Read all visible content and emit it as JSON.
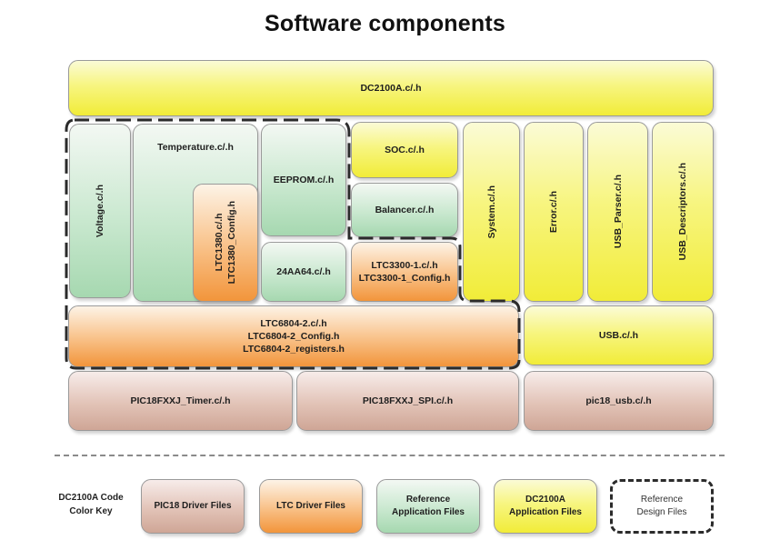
{
  "title": "Software components",
  "blocks": {
    "dc2100a": "DC2100A.c/.h",
    "voltage": "Voltage.c/.h",
    "temperature": "Temperature.c/.h",
    "ltc1380_line1": "LTC1380.c/.h",
    "ltc1380_line2": "LTC1380_Config.h",
    "eeprom": "EEPROM.c/.h",
    "soc": "SOC.c/.h",
    "balancer": "Balancer.c/.h",
    "eeprom_24aa64": "24AA64.c/.h",
    "ltc3300_line1": "LTC3300-1.c/.h",
    "ltc3300_line2": "LTC3300-1_Config.h",
    "system": "System.c/.h",
    "error": "Error.c/.h",
    "usb_parser": "USB_Parser.c/.h",
    "usb_descriptors": "USB_Descriptors.c/.h",
    "ltc6804_line1": "LTC6804-2.c/.h",
    "ltc6804_line2": "LTC6804-2_Config.h",
    "ltc6804_line3": "LTC6804-2_registers.h",
    "usb": "USB.c/.h",
    "pic_timer": "PIC18FXXJ_Timer.c/.h",
    "pic_spi": "PIC18FXXJ_SPI.c/.h",
    "pic_usb": "pic18_usb.c/.h"
  },
  "legend": {
    "key_line1": "DC2100A Code",
    "key_line2": "Color Key",
    "pic18": "PIC18 Driver Files",
    "ltc": "LTC Driver Files",
    "ref_app_line1": "Reference",
    "ref_app_line2": "Application Files",
    "dc_app_line1": "DC2100A",
    "dc_app_line2": "Application Files",
    "ref_design_line1": "Reference",
    "ref_design_line2": "Design Files"
  },
  "colors": {
    "dc2100a_application": "#f5f160",
    "reference_application": "#c0e4c8",
    "ltc_driver": "#f5a95a",
    "pic18_driver": "#dbb8ab",
    "reference_design_border": "#2b2b2b"
  }
}
